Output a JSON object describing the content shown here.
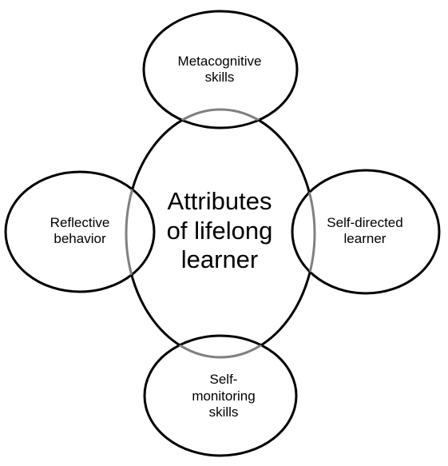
{
  "diagram": {
    "center": {
      "lines": [
        "Attributes",
        "of lifelong",
        "learner"
      ]
    },
    "satellites": {
      "top": {
        "lines": [
          "Metacognitive",
          "skills"
        ]
      },
      "left": {
        "lines": [
          "Reflective",
          "behavior"
        ]
      },
      "right": {
        "lines": [
          "Self-directed",
          "learner"
        ]
      },
      "bottom": {
        "lines": [
          "Self-",
          "monitoring",
          "skills"
        ]
      }
    },
    "colors": {
      "stroke": "#000000",
      "center_stroke": "#808080",
      "background": "#ffffff"
    }
  }
}
